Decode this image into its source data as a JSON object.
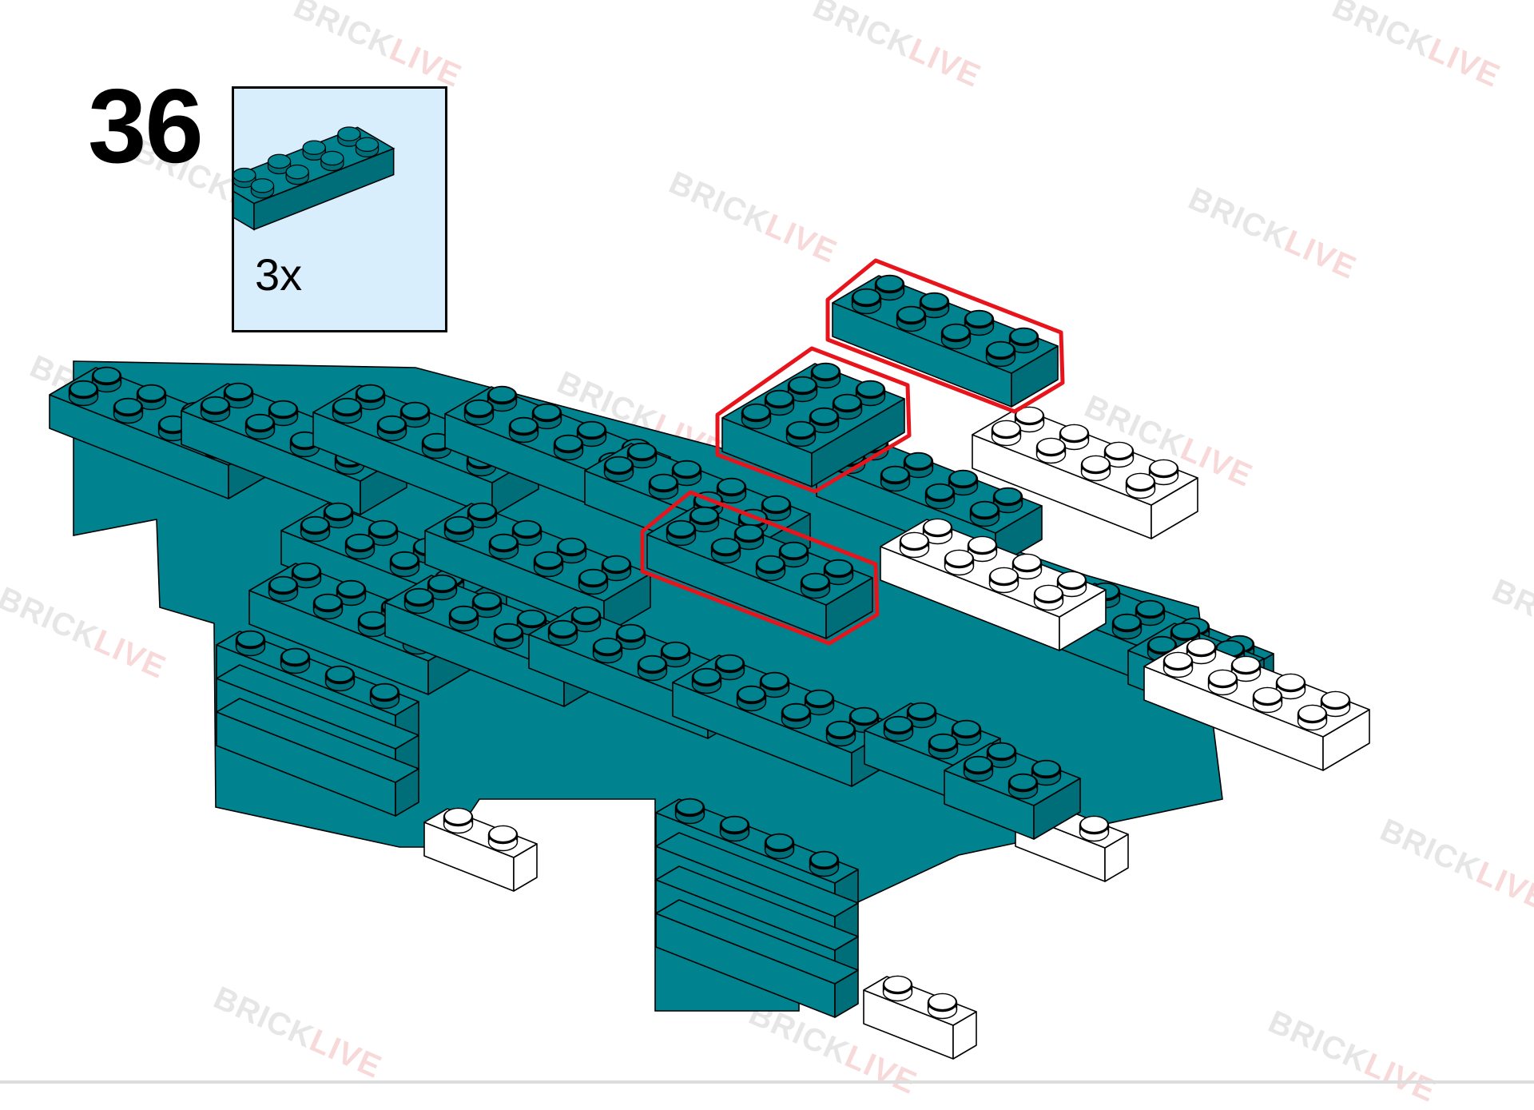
{
  "step": {
    "number": "36"
  },
  "parts_list": {
    "quantity": "3x",
    "part_color": "#00838f",
    "part_name_icon": "2x4-brick-icon"
  },
  "watermark": {
    "brand_a": "BRICK",
    "brand_b": "LIVE"
  },
  "colors": {
    "model_teal": "#00838f",
    "teal_top": "#00838f",
    "teal_front": "#00838f",
    "teal_side": "#006e78",
    "white_brick": "#ffffff",
    "highlight_outline": "#e8141c",
    "parts_box_background": "#d8eefc",
    "outline": "#000000"
  }
}
